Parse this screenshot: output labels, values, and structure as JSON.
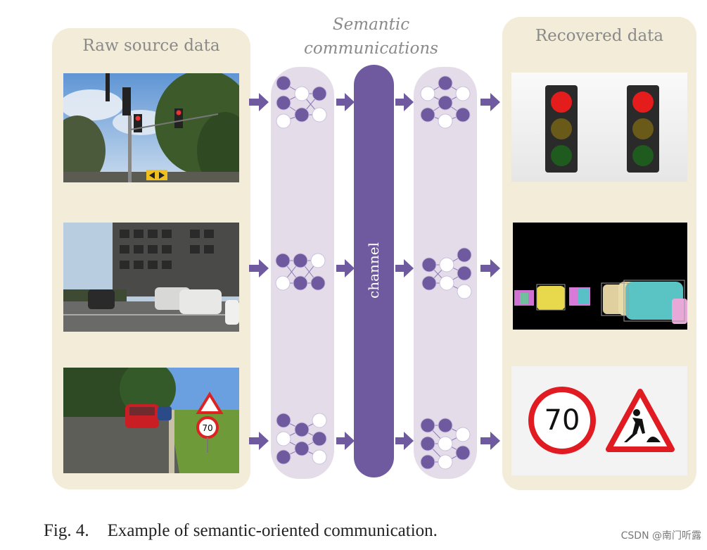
{
  "titles": {
    "raw": "Raw source data",
    "semantic_line1": "Semantic",
    "semantic_line2": "communications",
    "recovered": "Recovered data"
  },
  "channel_label": "channel",
  "caption": {
    "figure_no": "Fig. 4.",
    "text": "Example of semantic-oriented communication."
  },
  "recovered_sign_speed": "70",
  "watermark": "CSDN @南门听露",
  "colors": {
    "panel": "#f2ecd8",
    "pill": "#e5dcea",
    "channel": "#6f5aa0",
    "node": "#6f5aa0",
    "arrow": "#6f5aa0"
  }
}
